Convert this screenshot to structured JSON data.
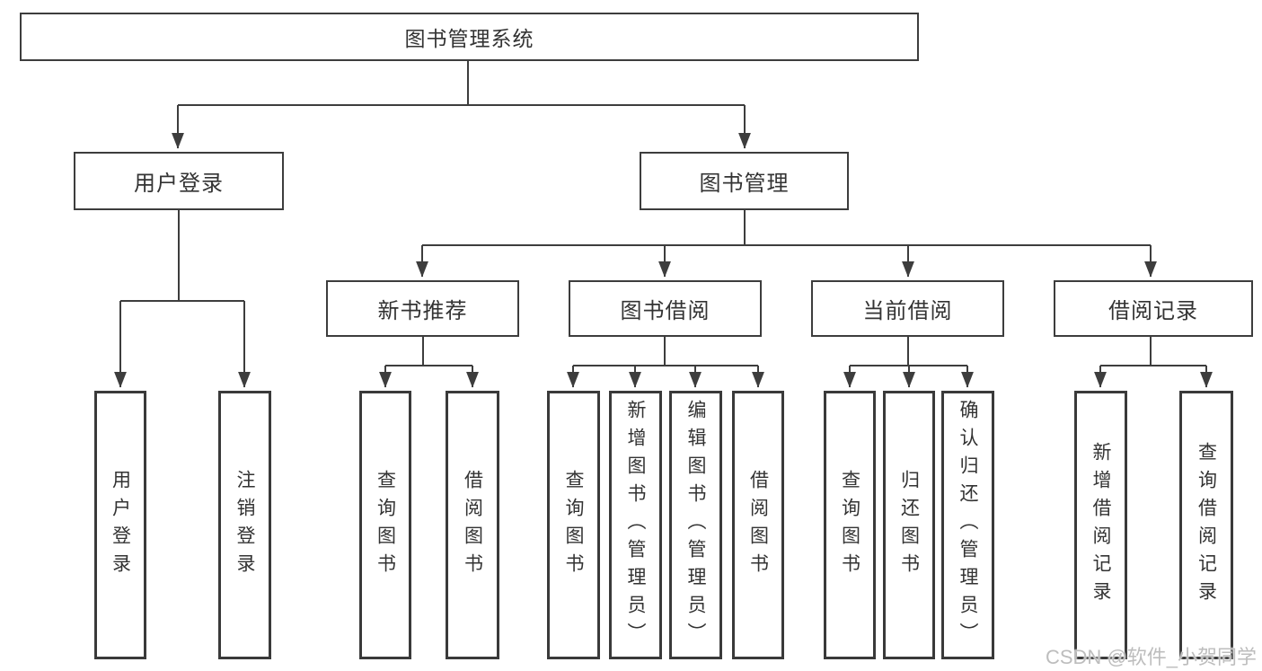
{
  "diagram": {
    "root": "图书管理系统",
    "branches": [
      {
        "label": "用户登录",
        "children": [
          "用户登录",
          "注销登录"
        ]
      },
      {
        "label": "图书管理",
        "children": [
          {
            "label": "新书推荐",
            "children": [
              "查询图书",
              "借阅图书"
            ]
          },
          {
            "label": "图书借阅",
            "children": [
              "查询图书",
              "新增图书（管理员）",
              "编辑图书（管理员）",
              "借阅图书"
            ]
          },
          {
            "label": "当前借阅",
            "children": [
              "查询图书",
              "归还图书",
              "确认归还（管理员）"
            ]
          },
          {
            "label": "借阅记录",
            "children": [
              "新增借阅记录",
              "查询借阅记录"
            ]
          }
        ]
      }
    ]
  },
  "watermark": "CSDN @软件_小贺同学",
  "colors": {
    "line": "#3d3d3d",
    "box_border": "#3a3a3a",
    "text": "#333333",
    "background": "#ffffff",
    "watermark_text": "#bdbdbd"
  }
}
